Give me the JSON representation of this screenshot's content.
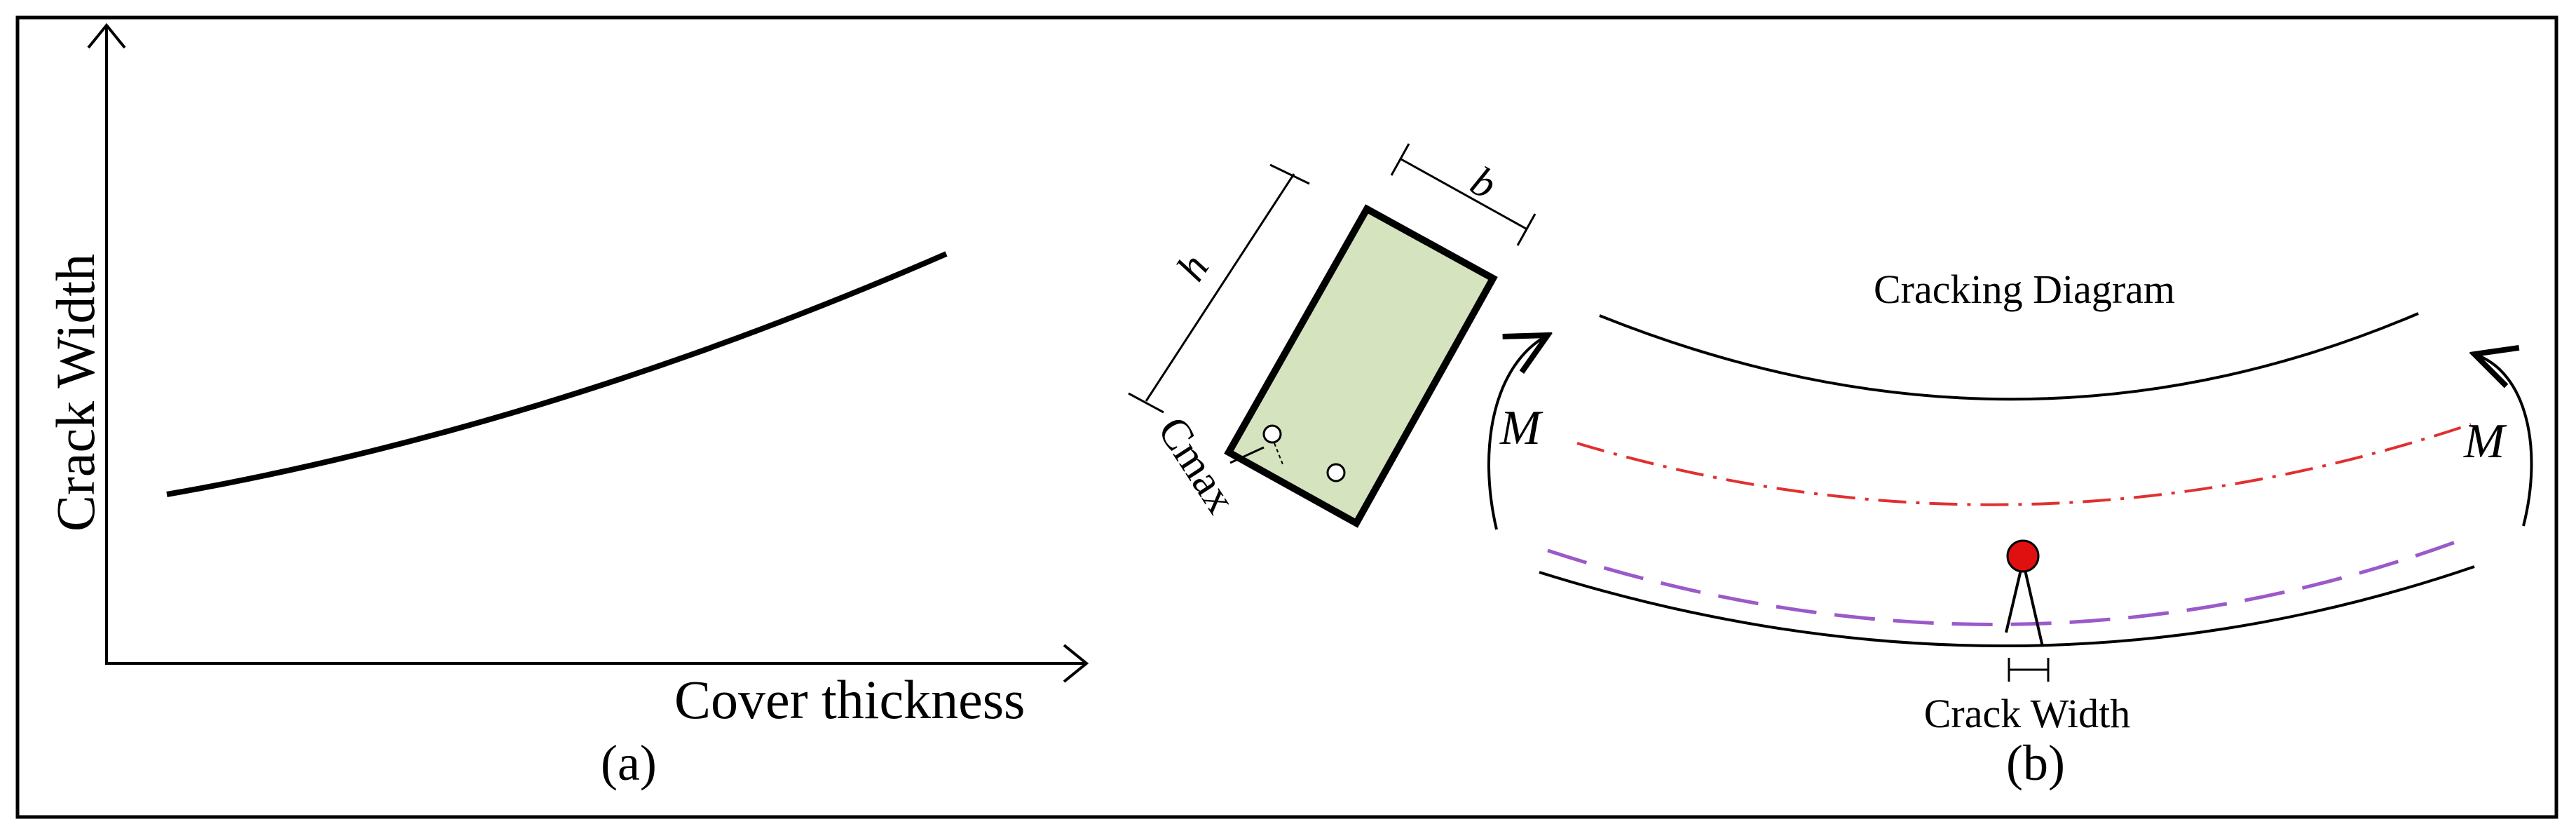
{
  "panel_a": {
    "y_axis_label": "Crack Width",
    "x_axis_label": "Cover thickness",
    "panel_label": "(a)"
  },
  "panel_b": {
    "panel_label": "(b)",
    "diagram_title": "Cracking Diagram",
    "crack_width_label": "Crack Width",
    "moment_left": "M",
    "moment_right": "M",
    "dim_height": "h",
    "dim_width": "b",
    "cover_label": "Cmax"
  },
  "colors": {
    "section_fill": "#d5e3bf",
    "neutral_axis": "#e03030",
    "reinforcement_line": "#9b59c9",
    "crack_marker": "#e01010",
    "stroke": "#000000"
  },
  "icons": {
    "moment_arrow": "curved-arrow-icon"
  }
}
